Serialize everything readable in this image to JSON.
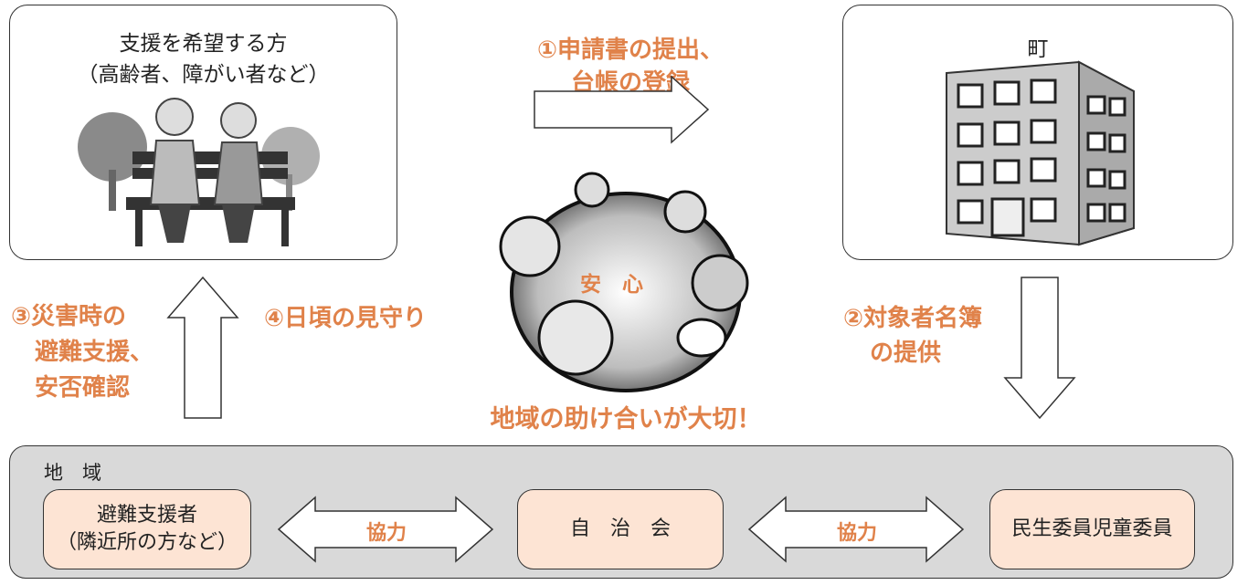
{
  "supporter_box": {
    "line1": "支援を希望する方",
    "line2": "（高齢者、障がい者など）"
  },
  "town_box": {
    "label": "町"
  },
  "step1": {
    "line1": "①申請書の提出、",
    "line2": "台帳の登録"
  },
  "step2": {
    "line1": "②対象者名簿",
    "line2": "の提供"
  },
  "step3": {
    "line1": "③災害時の",
    "line2": "避難支援、",
    "line3": "安否確認"
  },
  "step4": {
    "label": "④日頃の見守り"
  },
  "center": {
    "anshin": "安　心",
    "slogan": "地域の助け合いが大切！"
  },
  "community": {
    "label": "地　域",
    "evac_line1": "避難支援者",
    "evac_line2": "（隣近所の方など）",
    "jichikai": "自　治　会",
    "minsei": "民生委員児童委員",
    "coop1": "協力",
    "coop2": "協力"
  },
  "colors": {
    "accent": "#e0824a",
    "sub_box": "#fde4d4",
    "community_bg": "#d9d9d9"
  }
}
